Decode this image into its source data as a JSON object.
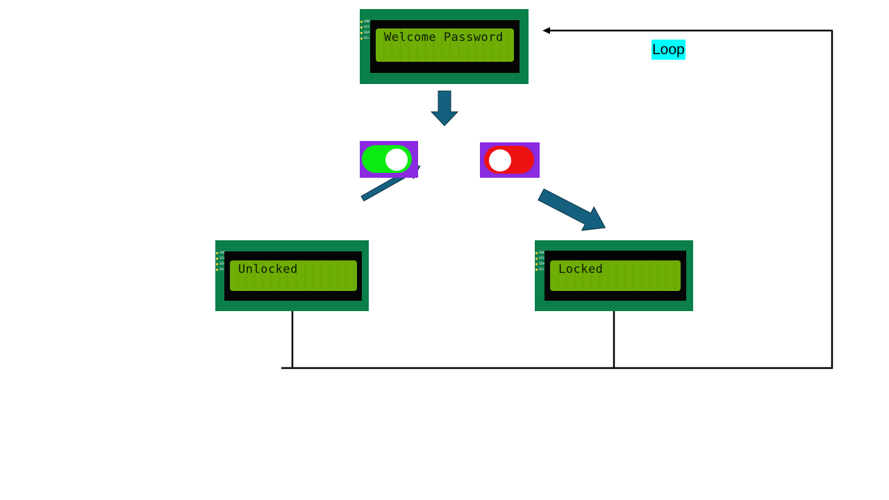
{
  "lcd_pin_labels": [
    "GND",
    "VCC",
    "SDA",
    "SCL"
  ],
  "displays": {
    "top": {
      "text": "Welcome Password"
    },
    "left": {
      "text": "Unlocked"
    },
    "right": {
      "text": "Locked"
    }
  },
  "toggles": {
    "on": {
      "state": "on",
      "track_color": "#0bea11",
      "background_color": "#8a2be2"
    },
    "off": {
      "state": "off",
      "track_color": "#ee1111",
      "background_color": "#8a2be2"
    }
  },
  "loop_label": "Loop",
  "colors": {
    "arrow": "#15607f",
    "lcd_board": "#0b7f4a",
    "lcd_screen": "#6fae04",
    "loop_highlight": "#00ffff",
    "wire": "#000000"
  }
}
